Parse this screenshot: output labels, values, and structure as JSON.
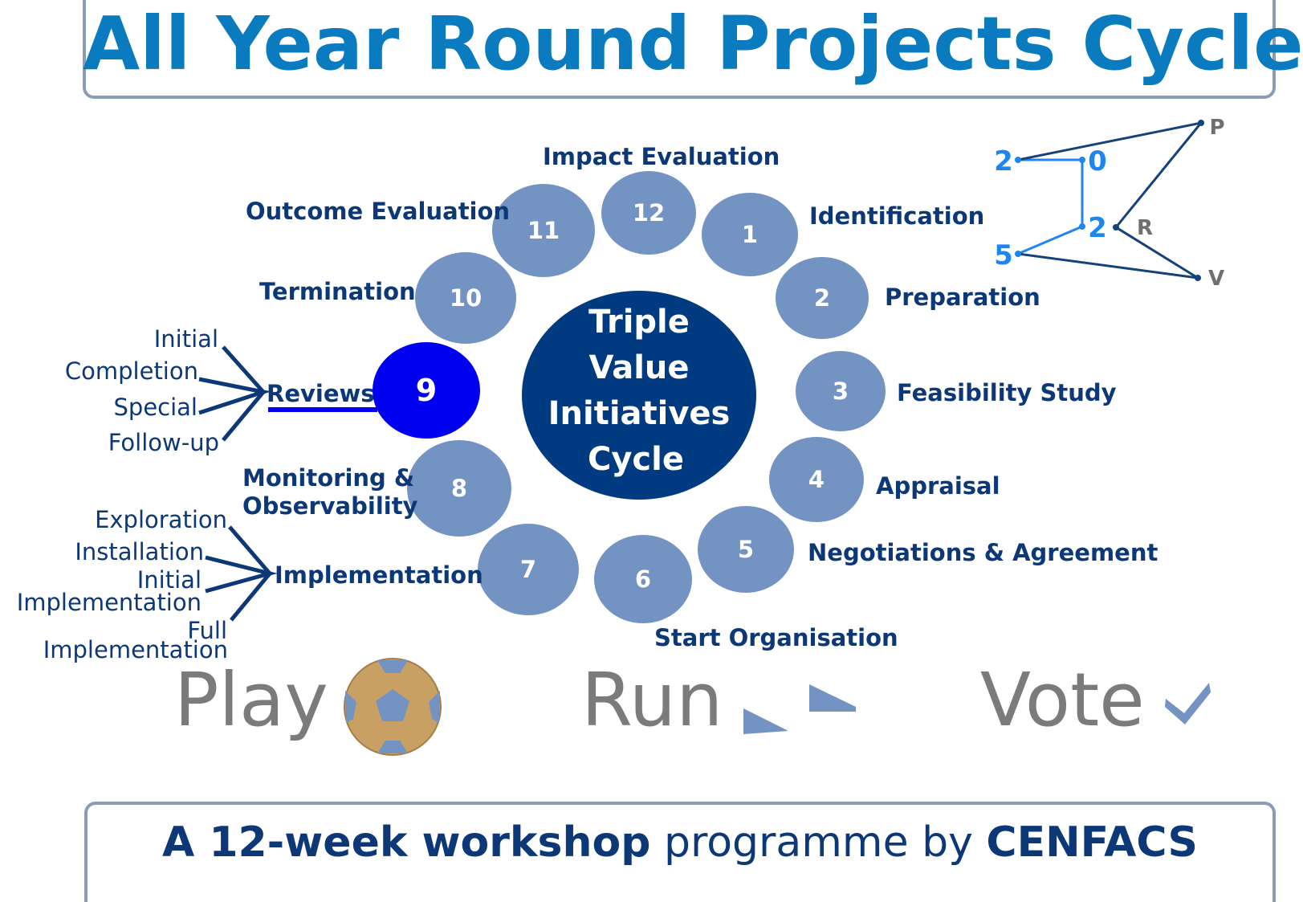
{
  "title": "All Year Round Projects Cycle",
  "center": [
    "Triple",
    "Value",
    "Initiatives",
    "Cycle"
  ],
  "stages": [
    {
      "num": "1",
      "label": "Identification"
    },
    {
      "num": "2",
      "label": "Preparation"
    },
    {
      "num": "3",
      "label": "Feasibility Study"
    },
    {
      "num": "4",
      "label": "Appraisal"
    },
    {
      "num": "5",
      "label": "Negotiations & Agreement"
    },
    {
      "num": "6",
      "label": "Start Organisation"
    },
    {
      "num": "7",
      "label": ""
    },
    {
      "num": "8",
      "label": [
        "Monitoring &",
        "Observability"
      ]
    },
    {
      "num": "9",
      "label": "Reviews"
    },
    {
      "num": "10",
      "label": "Termination"
    },
    {
      "num": "11",
      "label": "Outcome Evaluation"
    },
    {
      "num": "12",
      "label": "Impact Evaluation"
    }
  ],
  "reviews": {
    "label": "Reviews",
    "items": [
      "Initial",
      "Completion",
      "Special",
      "Follow-up"
    ]
  },
  "implementation": {
    "label": "Implementation",
    "items": [
      "Exploration",
      "Installation",
      "Initial",
      "Implementation",
      "Full",
      "Implementation"
    ]
  },
  "prv_logo": {
    "digits": [
      "2",
      "0",
      "2",
      "5"
    ],
    "letters": [
      "P",
      "R",
      "V"
    ]
  },
  "bottom_words": {
    "play": "Play",
    "run": "Run",
    "vote": "Vote"
  },
  "footer": {
    "part1": "A 12-week workshop",
    "part2": " programme by ",
    "part3": "CENFACS"
  },
  "colors": {
    "title": "#0a7bbf",
    "bubble": "#7393c2",
    "highlight": "#0000f0",
    "center": "#003a80",
    "text": "#0c3877",
    "logo_digit": "#1f86f0"
  }
}
